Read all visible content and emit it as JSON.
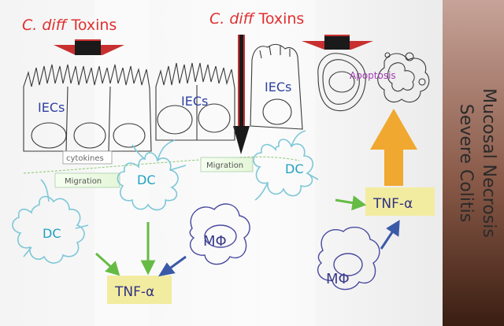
{
  "toxin_labels": [
    {
      "italic": "C. diff",
      "rest": " Toxins"
    },
    {
      "italic": "C. diff",
      "rest": " Toxins"
    }
  ],
  "labels": {
    "iecs": [
      "IECs",
      "IECs",
      "IECs"
    ],
    "apoptosis": "Apoptosis",
    "cytokines": "cytokines",
    "migration": [
      "Migration",
      "Migration"
    ],
    "dc": [
      "DC",
      "DC",
      "DC"
    ],
    "mphi": [
      "MΦ",
      "MΦ"
    ],
    "tnf": [
      "TNF-α",
      "TNF-α"
    ]
  },
  "side_banner": {
    "line1": "Severe Colitis",
    "line2": "Mucosal Necrosis"
  },
  "colors": {
    "toxin_text": "#e03030",
    "toxin_arrow": "#1a1a1a",
    "iec_text": "#3040a0",
    "apoptosis_text": "#a040b0",
    "dc_outline": "#7ec8d8",
    "dc_text": "#20a0c0",
    "mphi_outline": "#4a4aa0",
    "green_arrow": "#66bb44",
    "blue_arrow": "#3a5aa8",
    "orange_arrow": "#f0a830",
    "tnf_box": "#f2eca0",
    "tnf_text": "#303080",
    "banner_top": "#c6a398",
    "banner_bottom": "#3a1e12",
    "banner_text": "#2a2a2a"
  }
}
